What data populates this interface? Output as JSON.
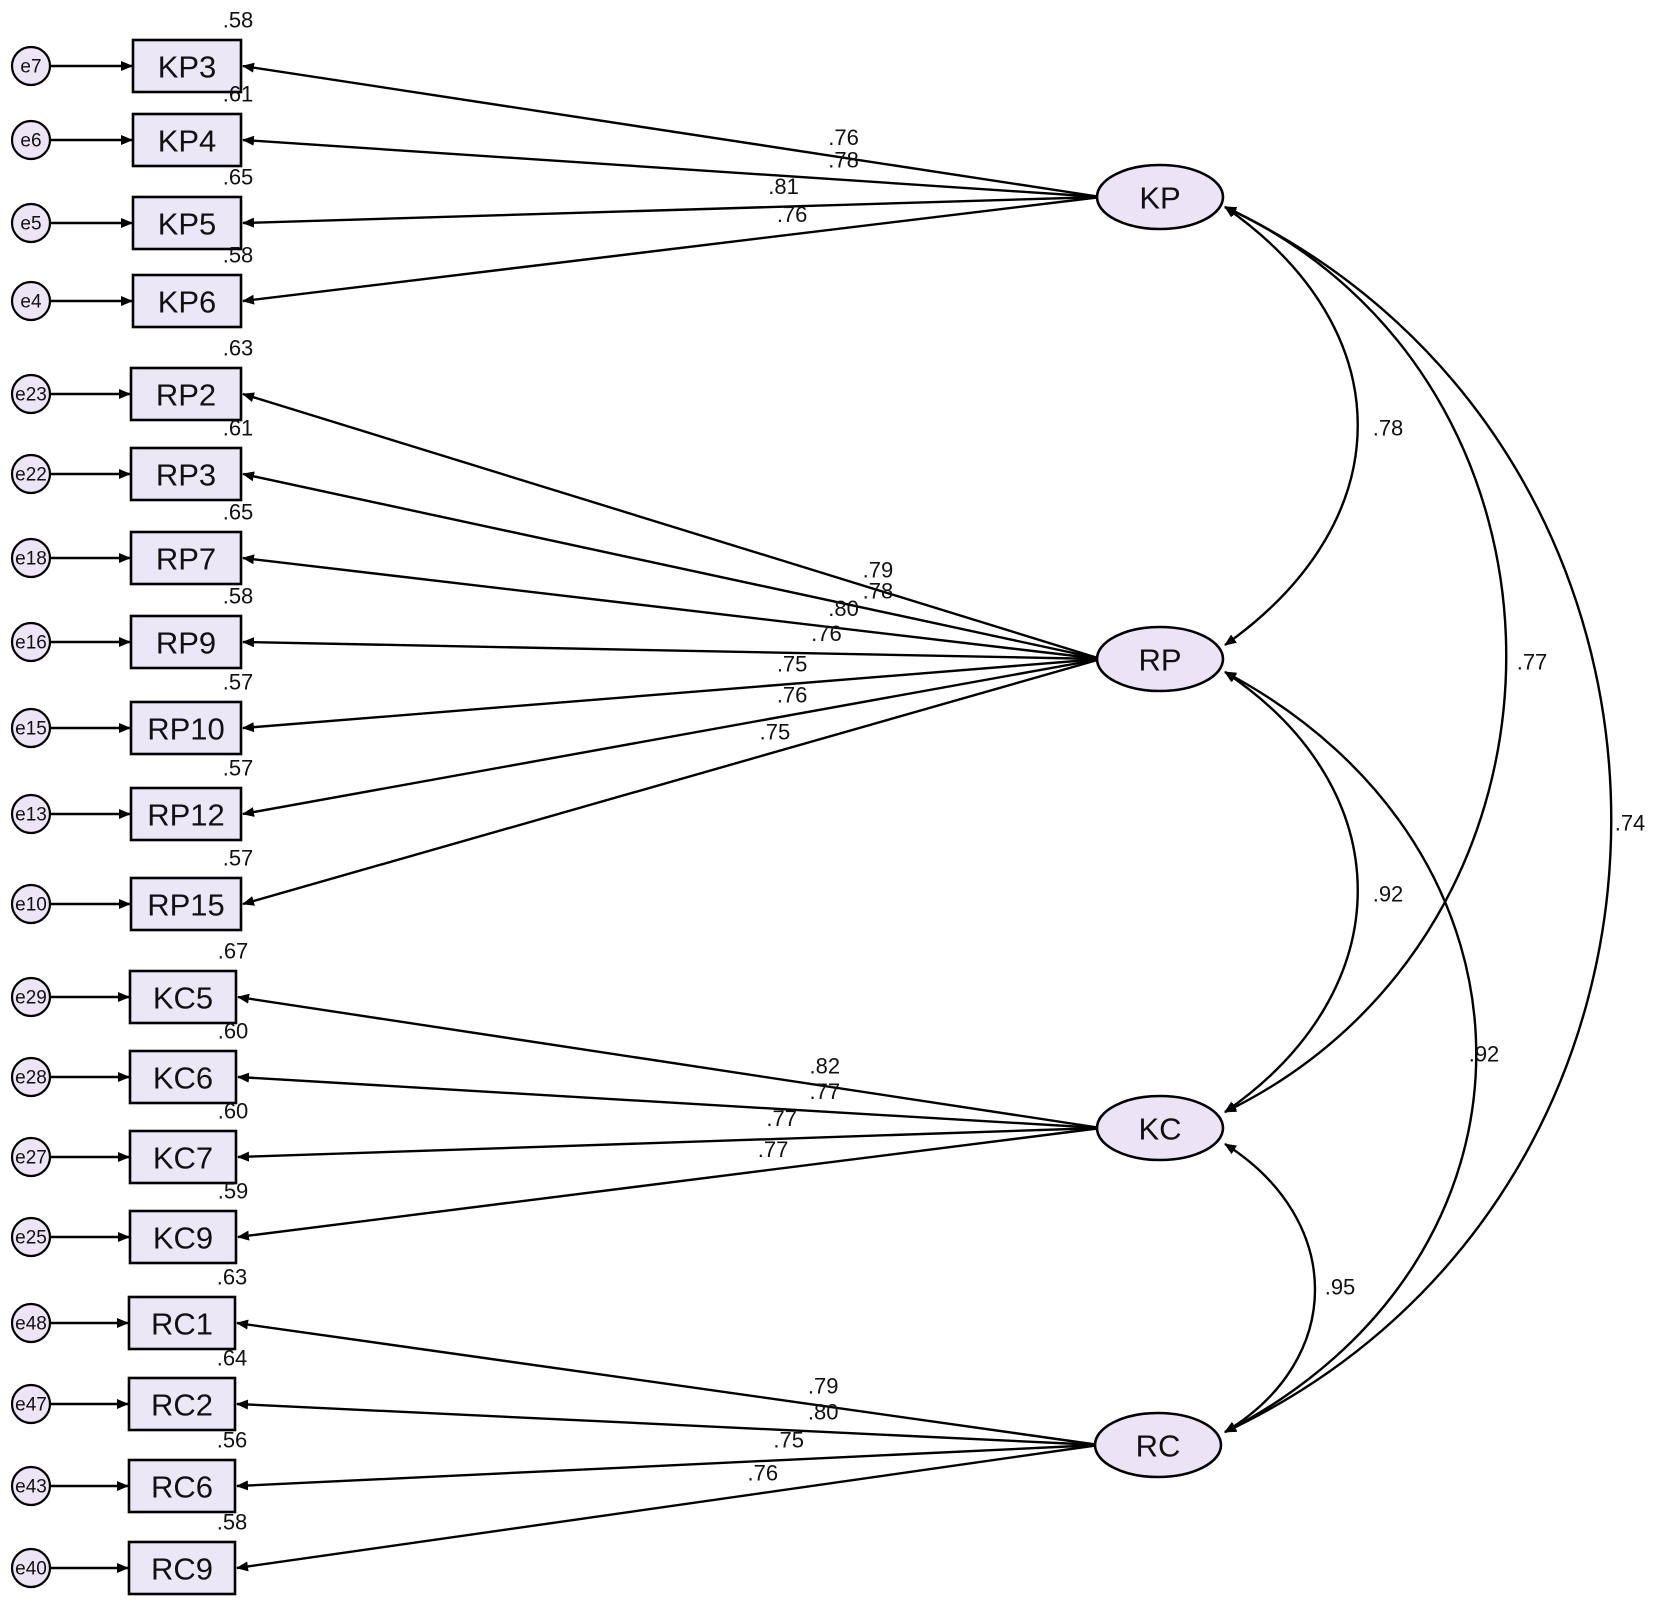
{
  "colors": {
    "box_fill": "#ece7f7",
    "latent_fill": "#ece3f6",
    "error_fill": "#ede4f6",
    "stroke": "#000000"
  },
  "factors": [
    {
      "id": "KP",
      "label": "KP",
      "indicators": [
        {
          "label": "KP3",
          "error": "e7",
          "r2": ".58",
          "loading": ".76"
        },
        {
          "label": "KP4",
          "error": "e6",
          "r2": ".61",
          "loading": ".78"
        },
        {
          "label": "KP5",
          "error": "e5",
          "r2": ".65",
          "loading": ".81"
        },
        {
          "label": "KP6",
          "error": "e4",
          "r2": ".58",
          "loading": ".76"
        }
      ]
    },
    {
      "id": "RP",
      "label": "RP",
      "indicators": [
        {
          "label": "RP2",
          "error": "e23",
          "r2": ".63",
          "loading": ".79"
        },
        {
          "label": "RP3",
          "error": "e22",
          "r2": ".61",
          "loading": ".78"
        },
        {
          "label": "RP7",
          "error": "e18",
          "r2": ".65",
          "loading": ".80"
        },
        {
          "label": "RP9",
          "error": "e16",
          "r2": ".58",
          "loading": ".76"
        },
        {
          "label": "RP10",
          "error": "e15",
          "r2": ".57",
          "loading": ".75"
        },
        {
          "label": "RP12",
          "error": "e13",
          "r2": ".57",
          "loading": ".76"
        },
        {
          "label": "RP15",
          "error": "e10",
          "r2": ".57",
          "loading": ".75"
        }
      ]
    },
    {
      "id": "KC",
      "label": "KC",
      "indicators": [
        {
          "label": "KC5",
          "error": "e29",
          "r2": ".67",
          "loading": ".82"
        },
        {
          "label": "KC6",
          "error": "e28",
          "r2": ".60",
          "loading": ".77"
        },
        {
          "label": "KC7",
          "error": "e27",
          "r2": ".60",
          "loading": ".77"
        },
        {
          "label": "KC9",
          "error": "e25",
          "r2": ".59",
          "loading": ".77"
        }
      ]
    },
    {
      "id": "RC",
      "label": "RC",
      "indicators": [
        {
          "label": "RC1",
          "error": "e48",
          "r2": ".63",
          "loading": ".79"
        },
        {
          "label": "RC2",
          "error": "e47",
          "r2": ".64",
          "loading": ".80"
        },
        {
          "label": "RC6",
          "error": "e43",
          "r2": ".56",
          "loading": ".75"
        },
        {
          "label": "RC9",
          "error": "e40",
          "r2": ".58",
          "loading": ".76"
        }
      ]
    }
  ],
  "correlations": [
    {
      "from": "KP",
      "to": "RP",
      "value": ".78"
    },
    {
      "from": "KP",
      "to": "KC",
      "value": ".77"
    },
    {
      "from": "KP",
      "to": "RC",
      "value": ".74"
    },
    {
      "from": "RP",
      "to": "KC",
      "value": ".92"
    },
    {
      "from": "RP",
      "to": "RC",
      "value": ".92"
    },
    {
      "from": "KC",
      "to": "RC",
      "value": ".95"
    }
  ]
}
